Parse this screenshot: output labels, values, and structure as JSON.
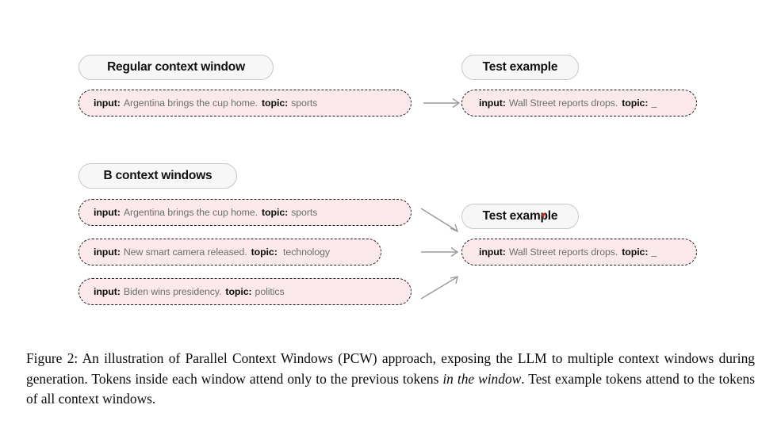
{
  "figure": {
    "sections": [
      {
        "id": "regular",
        "left_label": "Regular context window",
        "right_label": "Test example",
        "left_windows": [
          {
            "key1": "input:",
            "value1": "Argentina brings the cup home.",
            "key2": "topic:",
            "value2": "sports"
          }
        ],
        "right_windows": [
          {
            "key1": "input:",
            "value1": "Wall Street reports drops.",
            "key2": "topic:",
            "value2": "_"
          }
        ]
      },
      {
        "id": "parallel",
        "left_label": "B context windows",
        "right_label": "Test example",
        "left_windows": [
          {
            "key1": "input:",
            "value1": "Argentina brings the cup home.",
            "key2": "topic:",
            "value2": "sports"
          },
          {
            "key1": "input:",
            "value1": "New smart camera released.",
            "key2": "topic:",
            "value2": " technology"
          },
          {
            "key1": "input:",
            "value1": "Biden wins presidency.",
            "key2": "topic:",
            "value2": "politics"
          }
        ],
        "right_windows": [
          {
            "key1": "input:",
            "value1": "Wall Street reports drops.",
            "key2": "topic:",
            "value2": "_"
          }
        ]
      }
    ],
    "arrow_count_top": 1,
    "arrow_count_bottom": 3
  },
  "caption": {
    "label": "Figure 2:",
    "part1": " An illustration of Parallel Context Windows (PCW) approach, exposing the LLM to multiple context windows during generation. Tokens inside each window attend only to the previous tokens ",
    "italic": "in the window",
    "part2": ". Test example tokens attend to the tokens of all context windows."
  },
  "colors": {
    "window_fill": "#fbe9ec",
    "window_border": "#1a1a1a",
    "pill_fill": "#f7f7f7",
    "pill_border": "#c9c9c9",
    "arrow": "#9a9a9a",
    "cursor": "#e8232a",
    "key_text": "#0d0d0d",
    "value_text": "#6f6f6f"
  }
}
